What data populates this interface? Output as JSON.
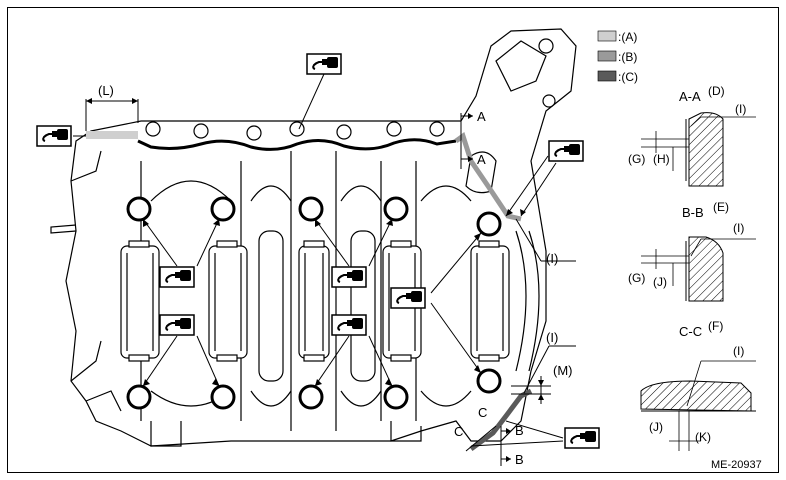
{
  "figure_code": "ME-20937",
  "legend": [
    {
      "key": "A",
      "text": ":(A)",
      "color": "#cfcfcf"
    },
    {
      "key": "B",
      "text": ":(B)",
      "color": "#9a9a9a"
    },
    {
      "key": "C",
      "text": ":(C)",
      "color": "#5a5a5a"
    }
  ],
  "section_arrows": {
    "a_top": "A",
    "a_bottom": "A",
    "b_top": "B",
    "b_bottom": "B",
    "c_left": "C",
    "c_right": "C"
  },
  "callouts": {
    "l": "(L)",
    "i_mid": "(I)",
    "i_lower": "(I)",
    "m": "(M)"
  },
  "detail_aa": {
    "title": "A-A",
    "tag": "(D)",
    "i": "(I)",
    "g": "(G)",
    "h": "(H)"
  },
  "detail_bb": {
    "title": "B-B",
    "tag": "(E)",
    "i": "(I)",
    "g": "(G)",
    "j": "(J)"
  },
  "detail_cc": {
    "title": "C-C",
    "tag": "(F)",
    "i": "(I)",
    "j": "(J)",
    "k": "(K)"
  },
  "colors": {
    "line": "#000000",
    "hatch": "#000000",
    "block_fill": "#ffffff",
    "icon_fill": "#000000"
  },
  "icons": [
    "sealant-bottle-icon",
    "bolt-hole-icon",
    "bearing-cap-icon"
  ]
}
